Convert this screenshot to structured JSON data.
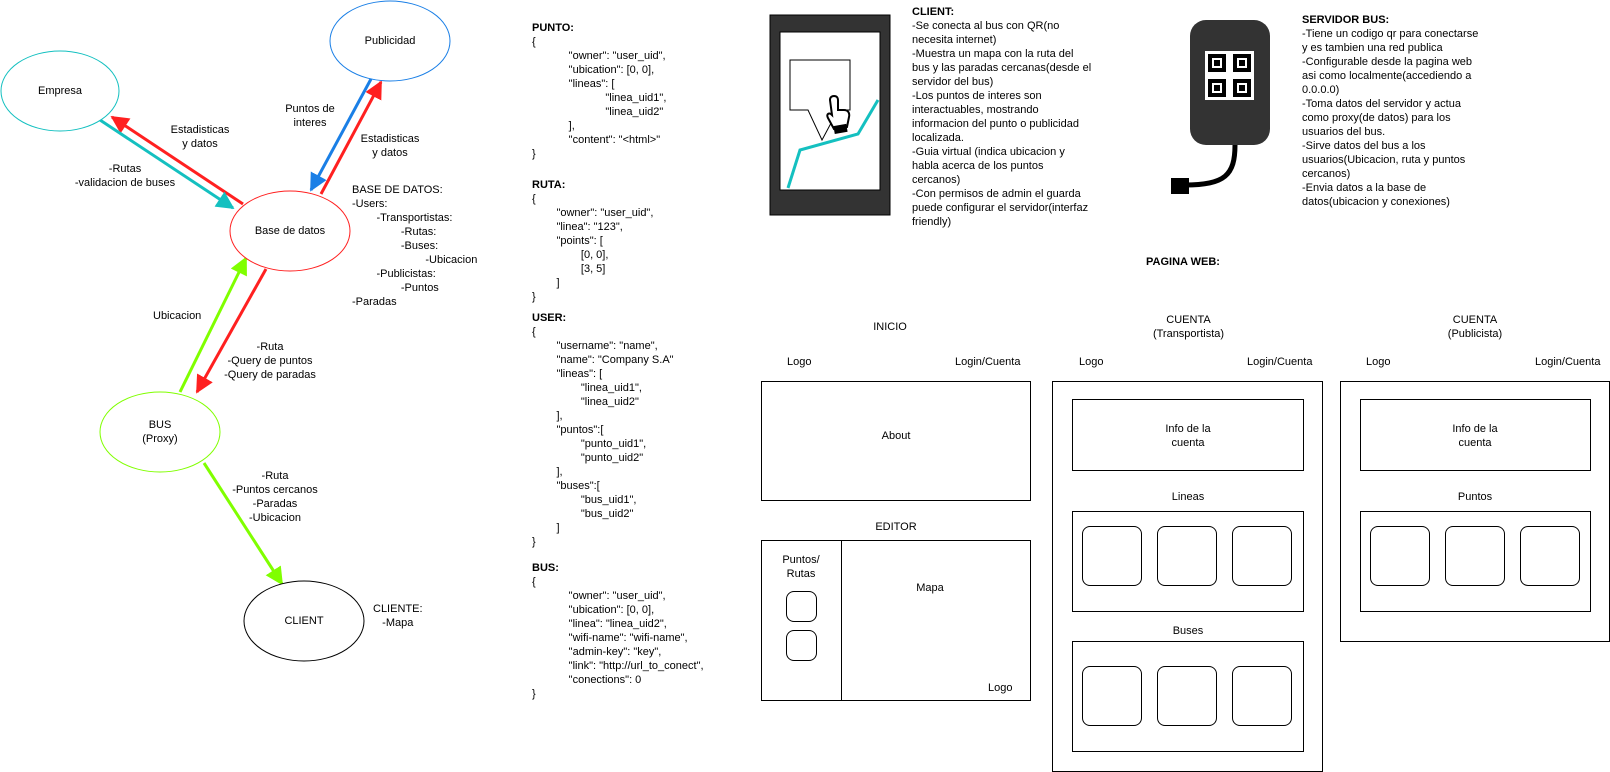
{
  "nodes": {
    "empresa": "Empresa",
    "publicidad": "Publicidad",
    "base_datos": "Base de datos",
    "bus": "BUS\n(Proxy)",
    "client": "CLIENT"
  },
  "edges": {
    "estadisticas_empresa": "Estadisticas\ny datos",
    "rutas_validacion": "-Rutas\n-validacion de buses",
    "puntos_interes": "Puntos de\ninteres",
    "estadisticas_publicidad": "Estadisticas\ny datos",
    "ubicacion": "Ubicacion",
    "ruta_query": "-Ruta\n-Query de puntos\n-Query de paradas",
    "bus_client": "-Ruta\n-Puntos cercanos\n-Paradas\n-Ubicacion"
  },
  "base_datos_desc": "BASE DE DATOS:\n-Users:\n        -Transportistas:\n                -Rutas:\n                -Buses:\n                        -Ubicacion\n        -Publicistas:\n                -Puntos\n-Paradas",
  "cliente_desc": "CLIENTE:\n   -Mapa",
  "schemas": {
    "punto_title": "PUNTO:",
    "punto_body": "{\n            \"owner\": \"user_uid\",\n            \"ubication\": [0, 0],\n            \"lineas\": [\n                        \"linea_uid1\",\n                        \"linea_uid2\"\n            ],\n            \"content\": \"<html>\"\n}",
    "ruta_title": "RUTA:",
    "ruta_body": "{\n        \"owner\": \"user_uid\",\n        \"linea\": \"123\",\n        \"points\": [\n                [0, 0],\n                [3, 5]\n        ]\n}",
    "user_title": "USER:",
    "user_body": "{\n        \"username\": \"name\",\n        \"name\": \"Company S.A\"\n        \"lineas\": [\n                \"linea_uid1\",\n                \"linea_uid2\"\n        ],\n        \"puntos\":[\n                \"punto_uid1\",\n                \"punto_uid2\"\n        ],\n        \"buses\":[\n                \"bus_uid1\",\n                \"bus_uid2\"\n        ]\n}",
    "bus_title": "BUS:",
    "bus_body": "{\n            \"owner\": \"user_uid\",\n            \"ubication\": [0, 0],\n            \"linea\": \"linea_uid2\",\n            \"wifi-name\": \"wifi-name\",\n            \"admin-key\": \"key\",\n            \"link\": \"http://url_to_conect\",\n            \"conections\": 0\n}"
  },
  "client_panel": {
    "title": "CLIENT:",
    "body": "-Se conecta al bus con QR(no\nnecesita internet)\n-Muestra un mapa con la ruta del\nbus y las paradas cercanas(desde el\nservidor del bus)\n-Los puntos de interes son\ninteractuables, mostrando\ninformacion del punto o publicidad\nlocalizada.\n-Guia virtual (indica ubicacion y\nhabla acerca de los puntos\ncercanos)\n-Con permisos de admin el guarda\npuede configurar el servidor(interfaz\nfriendly)"
  },
  "servidor_panel": {
    "title": "SERVIDOR BUS:",
    "body": "-Tiene un codigo qr para conectarse\ny es tambien una red publica\n-Configurable desde la pagina web\nasi como localmente(accediendo a\n0.0.0.0)\n-Toma datos del servidor y actua\ncomo proxy(de datos) para los\nusuarios del bus.\n-Sirve datos del bus a los\nusuarios(Ubicacion, ruta y puntos\ncercanos)\n-Envia datos a la base de\ndatos(ubicacion y conexiones)"
  },
  "web": {
    "title": "PAGINA WEB:",
    "inicio": {
      "title": "INICIO",
      "logo": "Logo",
      "login": "Login/Cuenta",
      "about": "About"
    },
    "editor": {
      "title": "EDITOR",
      "side": "Puntos/\nRutas",
      "mapa": "Mapa",
      "logo": "Logo"
    },
    "cuenta_t": {
      "title": "CUENTA\n(Transportista)",
      "logo": "Logo",
      "login": "Login/Cuenta",
      "info": "Info de la\ncuenta",
      "lineas": "Lineas",
      "buses": "Buses"
    },
    "cuenta_p": {
      "title": "CUENTA\n(Publicista)",
      "logo": "Logo",
      "login": "Login/Cuenta",
      "info": "Info de la\ncuenta",
      "puntos": "Puntos"
    }
  },
  "colors": {
    "cyan": "#00bfbf",
    "red": "#ff2020",
    "blue": "#1a7fe6",
    "green": "#80ff00",
    "teal": "#14c0c0"
  }
}
